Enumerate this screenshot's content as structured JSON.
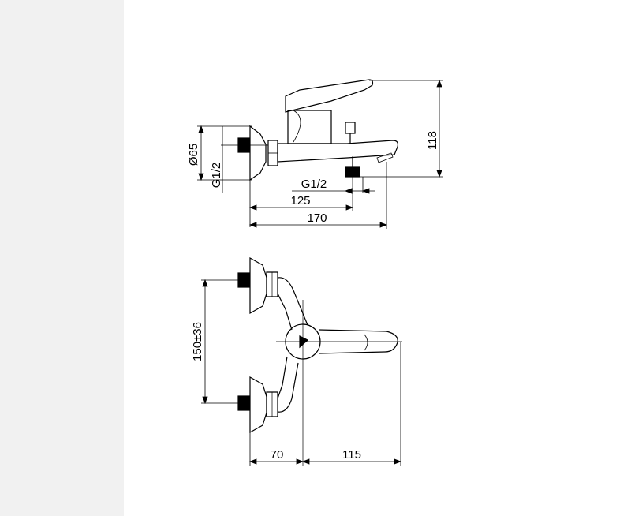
{
  "dimensions": {
    "height_118": "118",
    "body_dia": "Ø65",
    "inlet_thread_left": "G1/2",
    "outlet_thread": "G1/2",
    "len_125": "125",
    "len_170": "170",
    "inlet_spacing": "150±36",
    "depth_70": "70",
    "depth_115": "115"
  },
  "colors": {
    "line": "#000000",
    "band": "#f1f1f1",
    "background": "#ffffff"
  }
}
